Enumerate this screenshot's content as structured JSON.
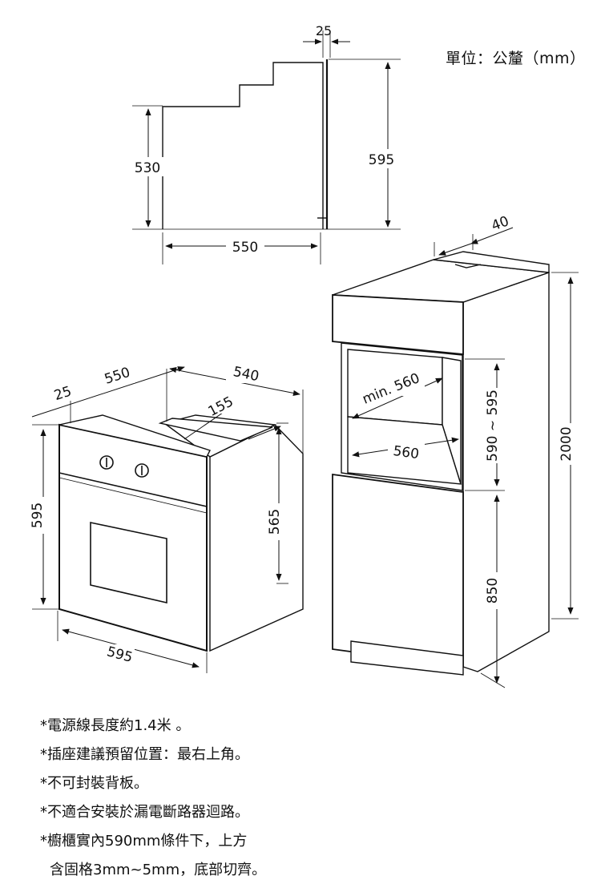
{
  "unit_label": "單位：公釐（mm）",
  "dimensions": {
    "top_offset": "25",
    "side_height_total": "595",
    "side_height_body": "530",
    "side_depth": "550",
    "cabinet_depth_offset": "40",
    "oven_depth": "550",
    "oven_front_offset": "25",
    "oven_body_depth": "540",
    "oven_top_recess": "155",
    "oven_body_height": "565",
    "oven_front_height": "595",
    "oven_front_width": "595",
    "cabinet_inner_width_min": "min. 560",
    "cabinet_inner_width": "560",
    "cabinet_opening_height": "590 ~ 595",
    "cabinet_total_height": "2000",
    "cabinet_base_height": "850"
  },
  "notes": [
    "*電源線長度約1.4米 。",
    "*插座建議預留位置：最右上角。",
    "*不可封裝背板。",
    "*不適合安裝於漏電斷路器迴路。",
    "*櫥櫃實內590mm條件下，上方",
    "含固格3mm~5mm，底部切齊。"
  ]
}
